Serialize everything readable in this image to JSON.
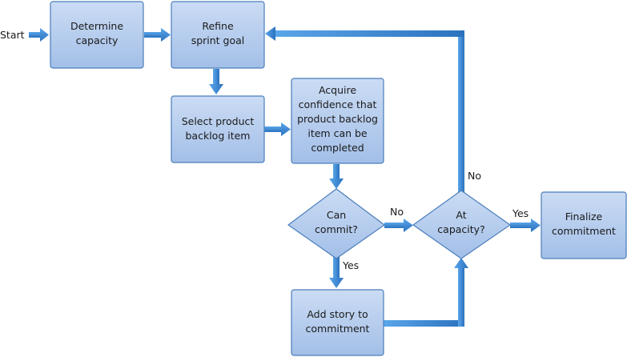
{
  "nodes": {
    "determine_capacity": [
      "Determine",
      "capacity"
    ],
    "refine_goal": [
      "Refine",
      "sprint goal"
    ],
    "select_item": [
      "Select product",
      "backlog item"
    ],
    "acquire_confidence": [
      "Acquire",
      "confidence that",
      "product backlog",
      "item can be",
      "completed"
    ],
    "can_commit": [
      "Can",
      "commit?"
    ],
    "at_capacity": [
      "At",
      "capacity?"
    ],
    "add_story": [
      "Add story to",
      "commitment"
    ],
    "finalize": [
      "Finalize",
      "commitment"
    ]
  },
  "labels": {
    "start": "Start",
    "can_commit_no": "No",
    "can_commit_yes": "Yes",
    "at_capacity_no": "No",
    "at_capacity_yes": "Yes"
  },
  "colors": {
    "box_fill_top": "#c6d8f2",
    "box_fill_bottom": "#a6c2ea",
    "box_stroke": "#4a7dbb",
    "arrow": "#3d8ed8",
    "arrow_dark": "#2b6db3"
  }
}
